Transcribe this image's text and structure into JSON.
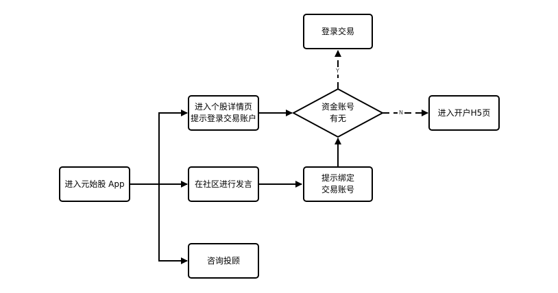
{
  "diagram": {
    "nodes": {
      "enter_app": "进入元始股 App",
      "stock_detail": "进入个股详情页\n提示登录交易账户",
      "community": "在社区进行发言",
      "consult": "咨询投顾",
      "has_account": "资金账号\n有无",
      "login_trade": "登录交易",
      "open_account": "进入开户H5页",
      "bind_prompt": "提示绑定\n交易账号"
    },
    "edge_labels": {
      "yes": "Y",
      "no": "N"
    },
    "colors": {
      "stroke": "#000000",
      "background": "#ffffff"
    }
  }
}
